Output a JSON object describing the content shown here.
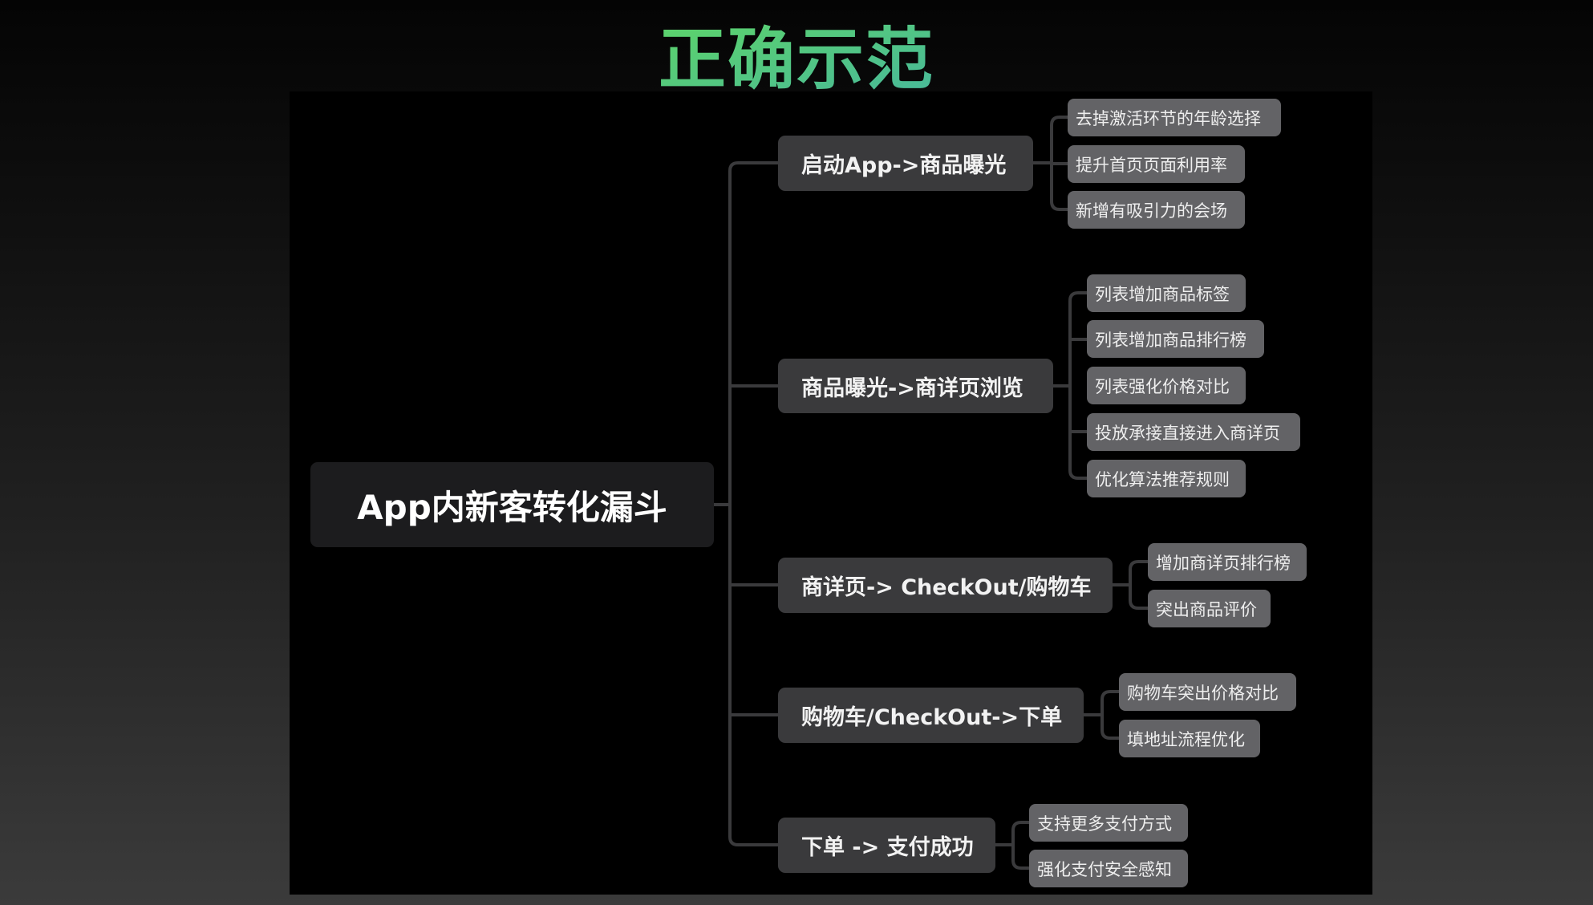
{
  "title": "正确示范",
  "colors": {
    "title_gradient_start": "#72ec44",
    "title_gradient_end": "#2f7fee",
    "canvas_bg": "#000000",
    "root_bg": "#1c1c1e",
    "level1_bg": "#3a3a3c",
    "level2_bg": "#636366",
    "connector": "#3a3a3c"
  },
  "mindmap": {
    "root": "App内新客转化漏斗",
    "branches": [
      {
        "label": "启动App->商品曝光",
        "children": [
          "去掉激活环节的年龄选择",
          "提升首页页面利用率",
          "新增有吸引力的会场"
        ]
      },
      {
        "label": "商品曝光->商详页浏览",
        "children": [
          "列表增加商品标签",
          "列表增加商品排行榜",
          "列表强化价格对比",
          "投放承接直接进入商详页",
          "优化算法推荐规则"
        ]
      },
      {
        "label": "商详页-> CheckOut/购物车",
        "children": [
          "增加商详页排行榜",
          "突出商品评价"
        ]
      },
      {
        "label": "购物车/CheckOut->下单",
        "children": [
          "购物车突出价格对比",
          "填地址流程优化"
        ]
      },
      {
        "label": "下单 -> 支付成功",
        "children": [
          "支持更多支付方式",
          "强化支付安全感知"
        ]
      }
    ]
  }
}
